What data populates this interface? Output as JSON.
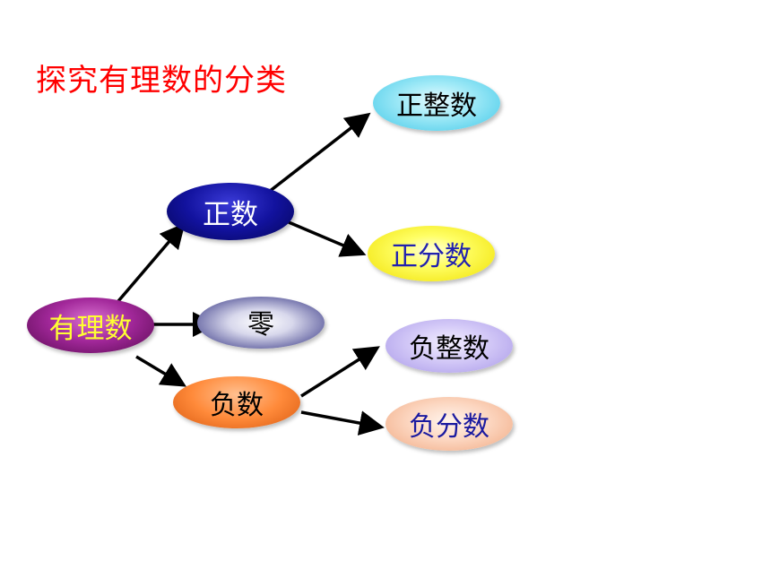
{
  "title": "探究有理数的分类",
  "nodes": {
    "rational": "有理数",
    "positive": "正数",
    "zero": "零",
    "negative": "负数",
    "positive_integer": "正整数",
    "positive_fraction": "正分数",
    "negative_integer": "负整数",
    "negative_fraction": "负分数"
  },
  "colors": {
    "title": "#ff0000",
    "rational_fill": "#a2289a",
    "rational_text": "#ffff33",
    "positive_fill": "#12129e",
    "positive_text": "#ffffff",
    "zero_fill": "#7a7ab0",
    "negative_fill": "#ff8a3a",
    "positive_integer_fill": "#40c8e8",
    "positive_fraction_fill": "#f0e000",
    "positive_fraction_text": "#2020b0",
    "negative_integer_fill": "#a898e8",
    "negative_fraction_fill": "#f0a880",
    "negative_fraction_text": "#1a1aa0",
    "arrow": "#000000"
  },
  "edges": [
    {
      "from": "rational",
      "to": "positive"
    },
    {
      "from": "rational",
      "to": "zero"
    },
    {
      "from": "rational",
      "to": "negative"
    },
    {
      "from": "positive",
      "to": "positive_integer"
    },
    {
      "from": "positive",
      "to": "positive_fraction"
    },
    {
      "from": "negative",
      "to": "negative_integer"
    },
    {
      "from": "negative",
      "to": "negative_fraction"
    }
  ]
}
